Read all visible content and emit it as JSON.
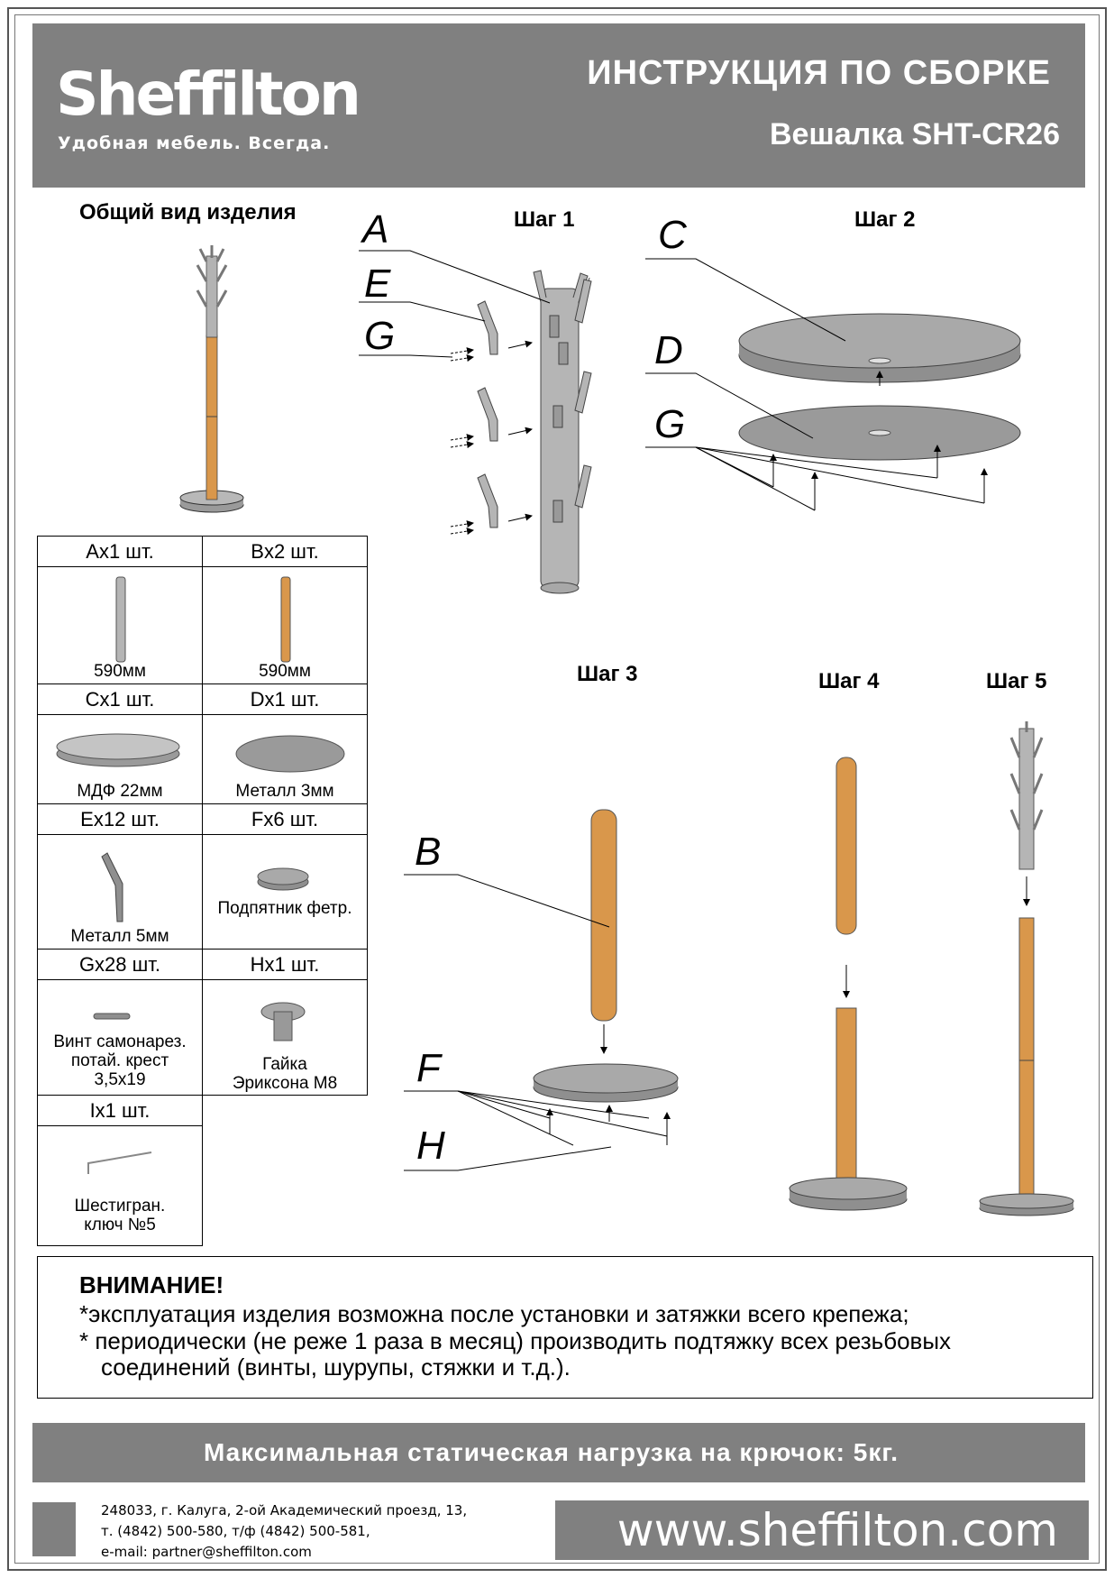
{
  "brand": {
    "name": "Sheffilton",
    "slogan": "Удобная мебель. Всегда."
  },
  "header": {
    "title": "ИНСТРУКЦИЯ ПО СБОРКЕ",
    "model": "Вешалка SHT-CR26"
  },
  "overview_title": "Общий вид изделия",
  "steps": {
    "s1": "Шаг 1",
    "s2": "Шаг 2",
    "s3": "Шаг 3",
    "s4": "Шаг 4",
    "s5": "Шаг 5"
  },
  "part_letters": {
    "a": "A",
    "b": "B",
    "c": "C",
    "d": "D",
    "e": "E",
    "f": "F",
    "g": "G",
    "h": "H"
  },
  "parts": {
    "A": {
      "qty": "Ax1 шт.",
      "caption": "590мм"
    },
    "B": {
      "qty": "Bx2 шт.",
      "caption": "590мм"
    },
    "C": {
      "qty": "Cx1 шт.",
      "caption": "МДФ 22мм"
    },
    "D": {
      "qty": "Dx1 шт.",
      "caption": "Металл 3мм"
    },
    "E": {
      "qty": "Ex12 шт.",
      "caption": "Металл 5мм"
    },
    "F": {
      "qty": "Fx6 шт.",
      "caption": "Подпятник фетр."
    },
    "G": {
      "qty": "Gx28 шт.",
      "caption_lines": [
        "Винт самонарез.",
        "потай. крест",
        "3,5x19"
      ]
    },
    "H": {
      "qty": "Hx1 шт.",
      "caption_lines": [
        "Гайка",
        "Эриксона М8"
      ]
    },
    "I": {
      "qty": "Ix1 шт.",
      "caption_lines": [
        "Шестигран.",
        "ключ №5"
      ]
    }
  },
  "attention": {
    "heading": "ВНИМАНИЕ!",
    "line1": "*эксплуатация изделия возможна после установки и затяжки всего крепежа;",
    "line2": "* периодически (не реже 1 раза в месяц) производить подтяжку всех резьбовых",
    "line3": "соединений (винты, шурупы, стяжки и т.д.)."
  },
  "max_load": "Максимальная статическая нагрузка на крючок: 5кг.",
  "contacts": {
    "line1": "248033, г. Калуга, 2-ой Академический проезд, 13,",
    "line2": "т. (4842) 500-580, т/ф (4842) 500-581,",
    "line3": "e-mail: partner@sheffilton.com"
  },
  "website": "www.sheffilton.com",
  "colors": {
    "header_gray": "#808080",
    "wood": "#d9974b",
    "metal": "#b3b3b3",
    "disc": "#9a9a9a"
  }
}
